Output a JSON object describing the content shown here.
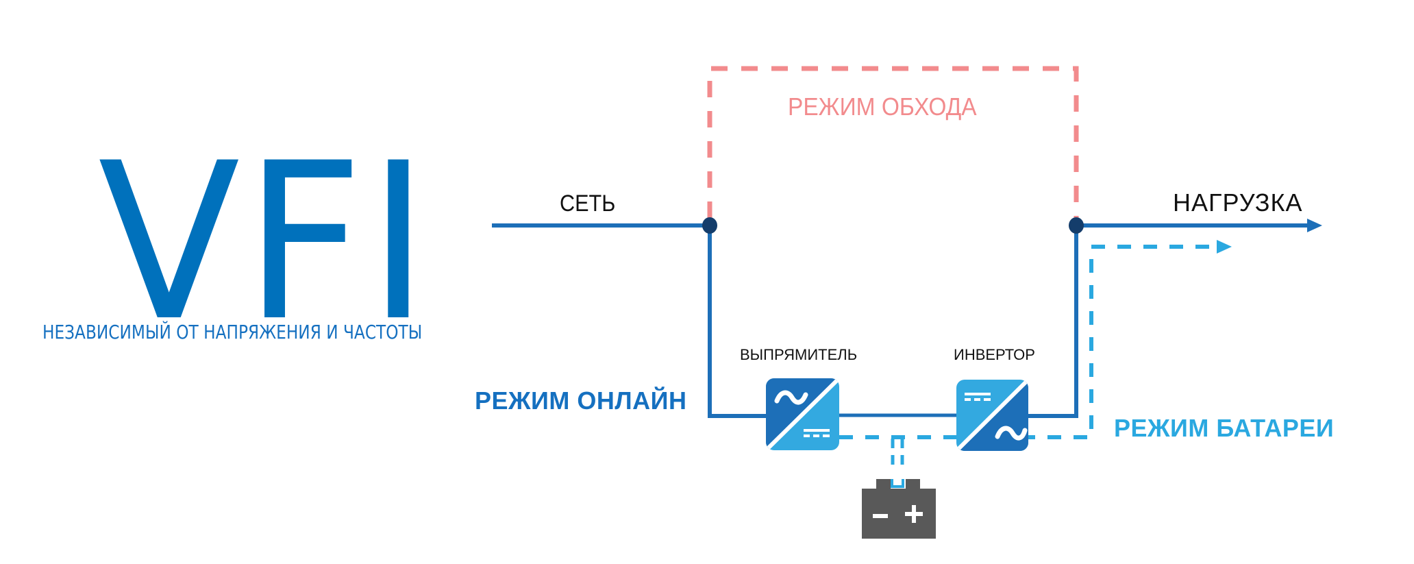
{
  "title": {
    "main": "VFI",
    "subtitle": "НЕЗАВИСИМЫЙ ОТ НАПРЯЖЕНИЯ И ЧАСТОТЫ"
  },
  "nodes": {
    "mains": "СЕТЬ",
    "load": "НАГРУЗКА",
    "rectifier": "ВЫПРЯМИТЕЛЬ",
    "inverter": "ИНВЕРТОР"
  },
  "modes": {
    "bypass": "РЕЖИМ ОБХОДА",
    "online": "РЕЖИМ ОНЛАЙН",
    "battery": "РЕЖИМ БАТАРЕИ"
  },
  "icons": {
    "rectifier": "ac-to-dc-converter-icon",
    "inverter": "dc-to-ac-converter-icon",
    "battery": "battery-icon",
    "battery_minus": "−",
    "battery_plus": "+",
    "ac_symbol": "~"
  },
  "colors": {
    "title_blue": "#0071bc",
    "online_blue": "#1d6fb8",
    "battery_blue": "#2aa8e0",
    "bypass_pink": "#f28b8d",
    "node_navy": "#143d6b",
    "battery_gray": "#595959",
    "converter_dark": "#1d6fb8",
    "converter_light": "#33a9e0"
  }
}
